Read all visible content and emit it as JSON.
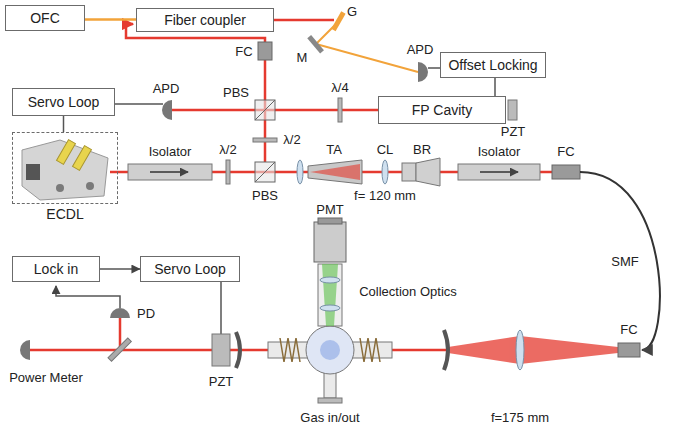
{
  "diagram": {
    "nodes": [
      {
        "text": [
          "OFC"
        ]
      },
      {
        "text": [
          "Fiber coupler"
        ]
      },
      {
        "text": [
          "Offset Locking"
        ]
      },
      {
        "text": [
          "Servo Loop"
        ]
      },
      {
        "text": [
          "FP Cavity"
        ]
      },
      {
        "text": [
          "ECDL"
        ]
      },
      {
        "text": [
          "Lock in"
        ]
      },
      {
        "text": [
          "Servo Loop"
        ]
      }
    ],
    "edges": [
      {
        "from": 0,
        "to": 1,
        "arrow": "none"
      },
      {
        "from": 2,
        "to": 4,
        "arrow": "none"
      },
      {
        "from": 3,
        "to": 5,
        "arrow": "none"
      },
      {
        "from": 6,
        "to": 7,
        "arrow": "to"
      }
    ],
    "labels": [
      "G",
      "M",
      "APD",
      "FC",
      "PBS",
      "APD",
      "λ/4",
      "PZT",
      "λ/2",
      "Isolator",
      "λ/2",
      "PBS",
      "TA",
      "CL",
      "BR",
      "Isolator",
      "FC",
      "f= 120 mm",
      "SMF",
      "PMT",
      "Collection Optics",
      "PD",
      "PZT",
      "Power Meter",
      "Gas in/out",
      "f=175 mm",
      "FC"
    ]
  }
}
